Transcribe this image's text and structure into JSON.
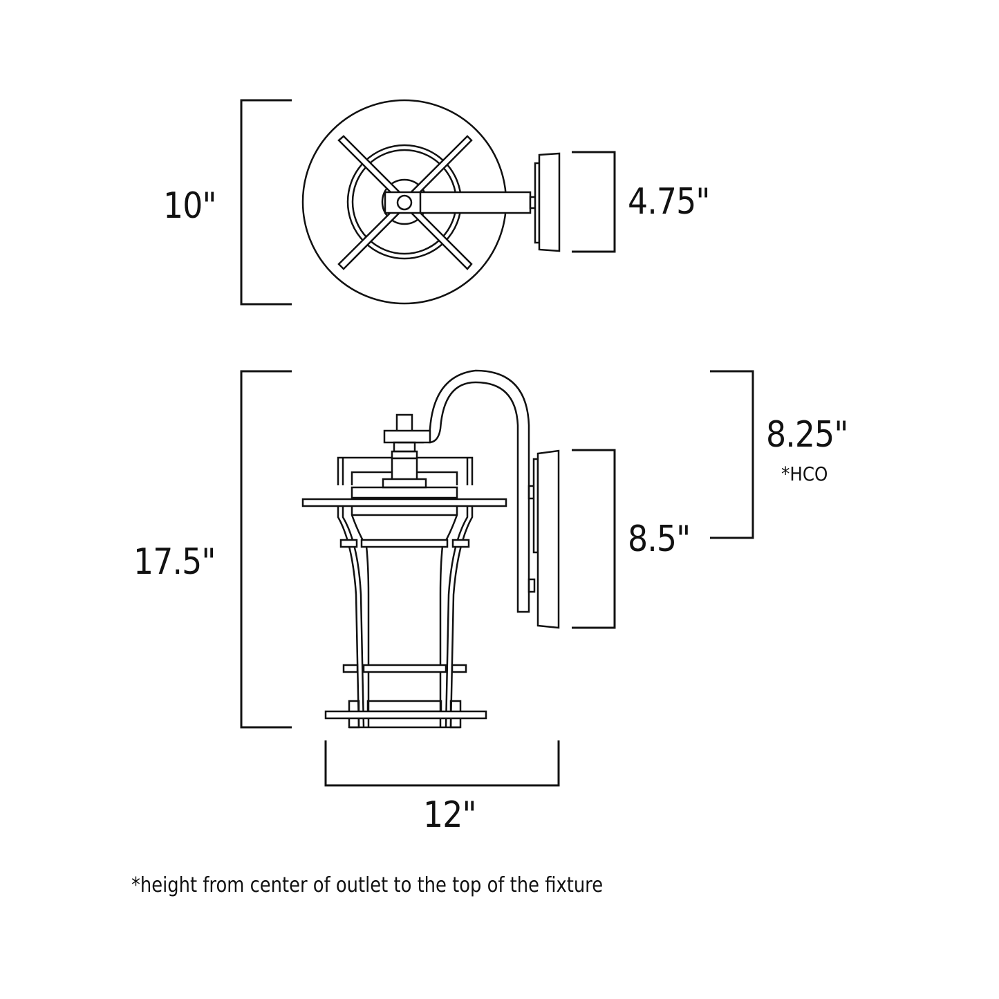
{
  "diagram": {
    "title": "Outdoor wall lantern dimension drawing",
    "top_view": {
      "depth_label": "10\"",
      "backplate_width_label": "4.75\""
    },
    "front_view": {
      "height_label": "17.5\"",
      "width_label": "12\"",
      "backplate_height_label": "8.5\"",
      "hco_label": "8.25\"",
      "hco_note": "*HCO"
    },
    "footnote": "*height from center of outlet to the top of the fixture",
    "colors": {
      "line": "#111111",
      "background": "#ffffff"
    }
  }
}
